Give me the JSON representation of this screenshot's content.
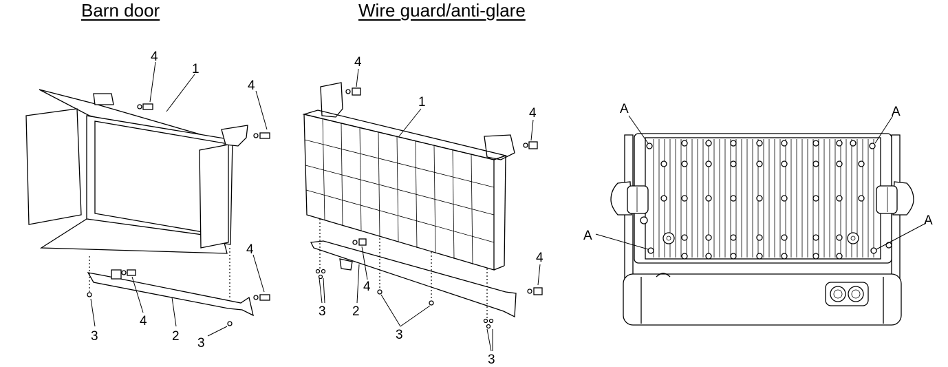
{
  "headings": {
    "barn_door": "Barn door",
    "wire_guard": "Wire guard/anti-glare"
  },
  "callouts": {
    "one": "1",
    "two": "2",
    "three": "3",
    "four": "4",
    "a": "A"
  }
}
